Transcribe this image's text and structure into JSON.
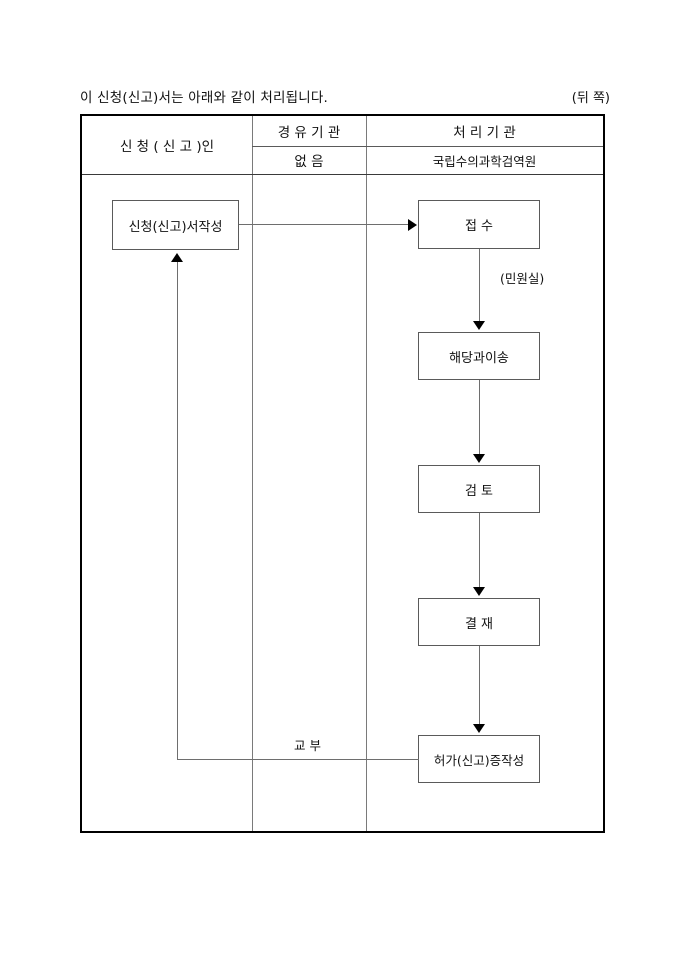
{
  "document": {
    "caption": "이 신청(신고)서는 아래와 같이 처리됩니다.",
    "side_note": "(뒤 쪽)"
  },
  "table": {
    "headers": {
      "applicant": "신 청 ( 신 고 )인",
      "via_agency_title": "경 유 기 관",
      "via_agency_value": "없 음",
      "processing_agency_title": "처 리 기 관",
      "processing_agency_value": "국립수의과학검역원"
    }
  },
  "flow": {
    "nodes": [
      {
        "id": "apply",
        "label": "신청(신고)서작성",
        "column": "applicant"
      },
      {
        "id": "receive",
        "label": "접 수",
        "column": "processing"
      },
      {
        "id": "forward",
        "label": "해당과이송",
        "column": "processing"
      },
      {
        "id": "review",
        "label": "검 토",
        "column": "processing"
      },
      {
        "id": "approve",
        "label": "결 재",
        "column": "processing"
      },
      {
        "id": "issue",
        "label": "허가(신고)증작성",
        "column": "processing"
      }
    ],
    "annotations": [
      {
        "id": "office",
        "label": "(민원실)"
      },
      {
        "id": "deliver",
        "label": "교 부"
      }
    ]
  },
  "colors": {
    "page_background": "#ffffff",
    "text": "#111111",
    "table_border": "#000000",
    "inner_rule": "#5a5a5a",
    "node_border": "#5a5a5a",
    "connector": "#6e6e6e",
    "arrow": "#000000"
  }
}
